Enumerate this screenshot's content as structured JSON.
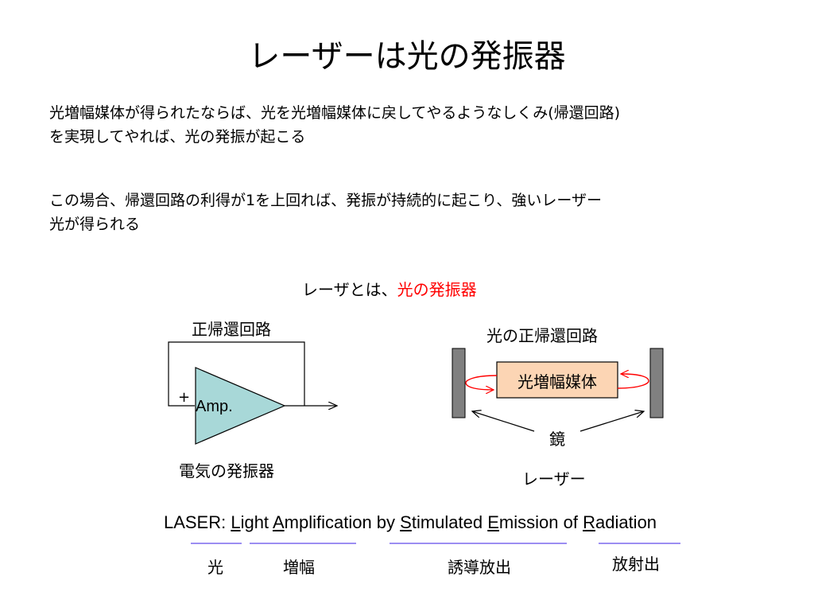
{
  "slide": {
    "title": "レーザーは光の発振器",
    "para1_line1": "光増幅媒体が得られたならば、光を光増幅媒体に戻してやるようなしくみ(帰還回路)",
    "para1_line2": "を実現してやれば、光の発振が起こる",
    "para2_line1": "この場合、帰還回路の利得が1を上回れば、発振が持続的に起こり、強いレーザー",
    "para2_line2": "光が得られる",
    "laser_is_prefix": "レーザとは、",
    "laser_is_highlight": "光の発振器"
  },
  "colors": {
    "highlight": "#ff0000",
    "amp_fill": "#a8d8d8",
    "medium_fill": "#fcd5b4",
    "mirror_fill": "#808080",
    "feedback_arrow": "#ff0000",
    "underline": "#7b68ee"
  },
  "electrical": {
    "feedback_label": "正帰還回路",
    "plus_sign": "+",
    "amp_label": "Amp.",
    "caption": "電気の発振器"
  },
  "optical": {
    "feedback_label": "光の正帰還回路",
    "medium_label": "光増幅媒体",
    "mirror_label": "鏡",
    "caption": "レーザー"
  },
  "acronym": {
    "prefix": "LASER: ",
    "w1_initial": "L",
    "w1_rest": "ight ",
    "w2_initial": "A",
    "w2_rest": "mplification by ",
    "w3_initial": "S",
    "w3_rest": "timulated ",
    "w4_initial": "E",
    "w4_rest": "mission of ",
    "w5_initial": "R",
    "w5_rest": "adiation",
    "tr_light": "光",
    "tr_amplification": "増幅",
    "tr_stimulated_emission": "誘導放出",
    "tr_radiation": "放射出"
  }
}
